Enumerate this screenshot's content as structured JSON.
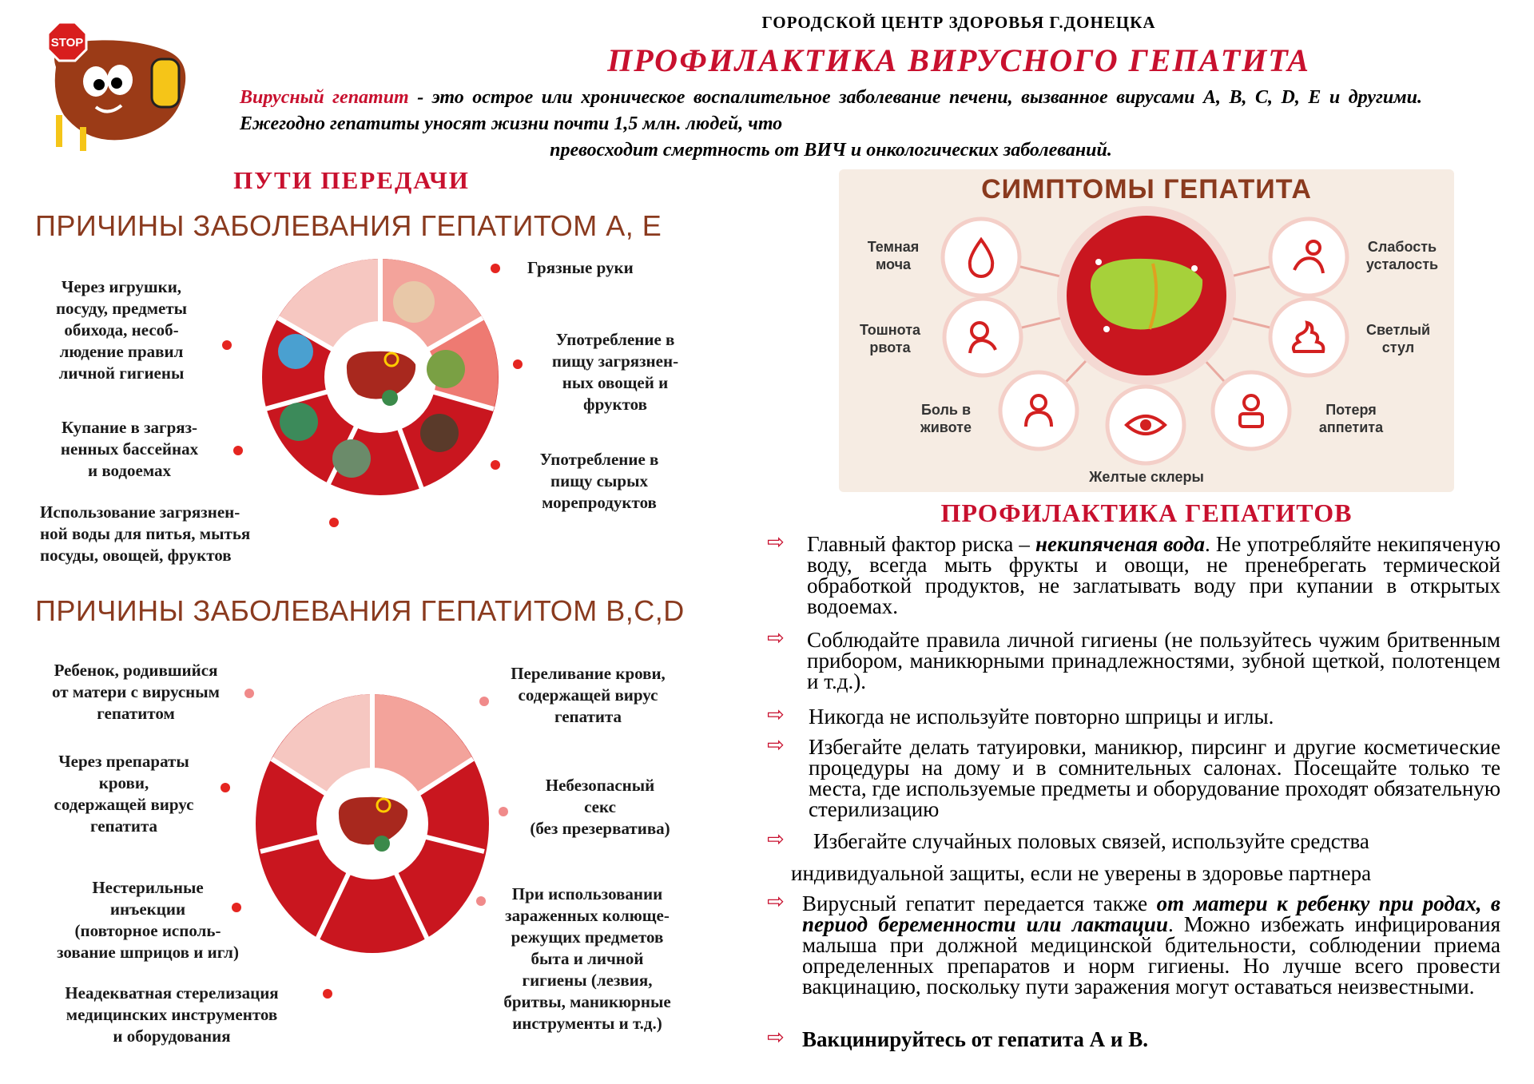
{
  "header": {
    "org": "ГОРОДСКОЙ  ЦЕНТР  ЗДОРОВЬЯ Г.ДОНЕЦКА",
    "title": "ПРОФИЛАКТИКА  ВИРУСНОГО  ГЕПАТИТА",
    "logo_text": "STOP",
    "intro_highlight": "Вирусный гепатит",
    "intro_line1_rest": " - это острое или хроническое воспалительное заболевание печени, вызванное",
    "intro_line2": "вирусами A, B, C, D, E и другими. Ежегодно  гепатиты уносят жизни почти  1,5 млн. людей, что",
    "intro_line3": "превосходит смертность от ВИЧ и онкологических заболеваний."
  },
  "left": {
    "paths_title": "ПУТИ  ПЕРЕДАЧИ",
    "ae_title": "ПРИЧИНЫ ЗАБОЛЕВАНИЯ ГЕПАТИТОМ А, Е",
    "ae_items": [
      "Через игрушки,\nпосуду, предметы\nобихода, несоб-\nлюдение правил\nличной гигиены",
      "Купание в загряз-\nненных бассейнах\nи водоемах",
      "Использование загрязнен-\nной воды для питья, мытья\nпосуды, овощей, фруктов",
      "Грязные руки",
      "Употребление в\nпищу загрязнен-\nных  овощей  и\nфруктов",
      "Употребление в\nпищу сырых\nморепродуктов"
    ],
    "bcd_title": "ПРИЧИНЫ ЗАБОЛЕВАНИЯ ГЕПАТИТОМ B,C,D",
    "bcd_items": [
      "Ребенок, родившийся\nот матери с вирусным\nгепатитом",
      "Через препараты\nкрови,\nсодержащей вирус\nгепатита",
      "Нестерильные\nинъекции\n(повторное исполь-\nзование шприцов и игл)",
      "Неадекватная стерелизация\nмедицинских инструментов\nи оборудования",
      "Переливание крови,\nсодержащей вирус\nгепатита",
      "Небезопасный\nсекс\n(без презерватива)",
      "При использовании\nзараженных колюще-\nрежущих предметов\nбыта и личной\nгигиены (лезвия,\nбритвы, маникюрные\nинструменты и т.д.)"
    ]
  },
  "symptoms": {
    "title": "СИМПТОМЫ ГЕПАТИТА",
    "items": [
      "Темная\nмоча",
      "Тошнота\nрвота",
      "Боль в\nживоте",
      "Желтые склеры",
      "Потеря\nаппетита",
      "Светлый\nстул",
      "Слабость\nусталость"
    ]
  },
  "prevention": {
    "title": "ПРОФИЛАКТИКА  ГЕПАТИТОВ",
    "b1_pre": "Главный фактор риска – ",
    "b1_em": "некипяченая вода",
    "b1_post": ". Не употребляйте некипяченую воду, всегда мыть фрукты и овощи, не пренебрегать термической обработкой продуктов, не заглатывать воду при купании в открытых водоемах.",
    "b2": "Соблюдайте правила личной гигиены (не пользуйтесь чужим бритвенным прибором, маникюрными принадлежностями, зубной щеткой, полотенцем и т.д.).",
    "b3": "Никогда не используйте повторно шприцы и иглы.",
    "b4": "Избегайте делать татуировки, маникюр, пирсинг и другие косметические процедуры на дому и в сомнительных салонах. Посещайте только те места, где используемые предметы и оборудование проходят обязательную стерилизацию",
    "b5_l1": "Избегайте случайных половых связей, используйте средства",
    "b5_l2": "индивидуальной защиты, если не уверены в здоровье партнера",
    "b6_pre": "Вирусный гепатит передается также ",
    "b6_em": "от матери к ребенку при родах, в период беременности или лактации",
    "b6_post": ". Можно избежать инфицирования малыша при должной медицинской бдительности, соблюдении приема определенных препаратов и норм гигиены. Но лучше всего провести вакцинацию, поскольку пути заражения могут оставаться неизвестными.",
    "b7": "Вакцинируйтесь от гепатита А и В."
  },
  "colors": {
    "accent_red": "#c8102e",
    "heading_brown": "#8a3a1e",
    "panel_bg": "#f6ece3",
    "wheel_dark": "#c9161f",
    "wheel_light": "#f3a39b"
  },
  "icons": [
    "stop-liver-icon",
    "liver-icon",
    "drop-icon",
    "nausea-icon",
    "stomach-pain-icon",
    "eye-icon",
    "appetite-icon",
    "stool-icon",
    "weakness-icon",
    "arrow-icon"
  ]
}
